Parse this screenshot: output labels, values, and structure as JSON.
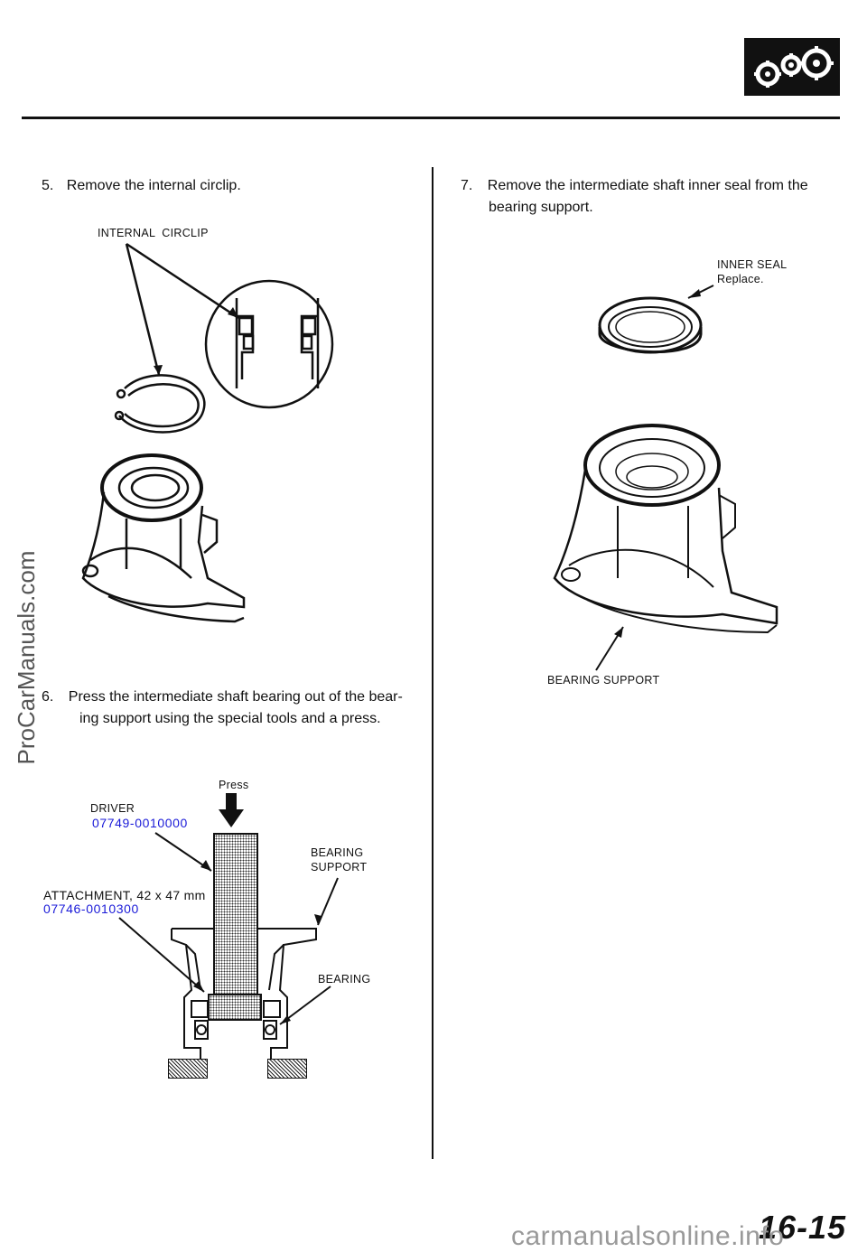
{
  "header": {
    "icon": "gears-icon"
  },
  "left": {
    "step5": {
      "number": "5.",
      "text": "Remove the internal circlip."
    },
    "internal_circlip_label": "INTERNAL  CIRCLIP",
    "step6": {
      "number": "6.",
      "line1": "Press the intermediate shaft bearing out of the bear-",
      "line2": "ing support using the special tools and a press."
    },
    "press_label": "Press",
    "driver_label": "DRIVER",
    "driver_part": "07749-0010000",
    "bearing_support_label_1": "BEARING",
    "bearing_support_label_2": "SUPPORT",
    "attachment_label": "ATTACHMENT, 42 x 47 mm",
    "attachment_part": "07746-0010300",
    "bearing_label": "BEARING"
  },
  "right": {
    "step7": {
      "number": "7.",
      "line1": "Remove the intermediate shaft inner seal from the",
      "line2": "bearing support."
    },
    "inner_seal_label": "INNER SEAL",
    "inner_seal_note": "Replace.",
    "bearing_support_label": "BEARING SUPPORT"
  },
  "watermark": "ProCarManuals.com",
  "footer": {
    "page_number": "16-15",
    "site": "carmanualsonline.info"
  }
}
